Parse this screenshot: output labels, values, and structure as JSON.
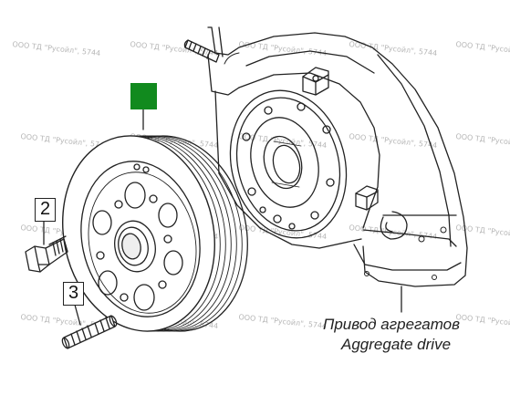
{
  "watermark": "ООО ТД \"Русойл\", 5744",
  "callouts": [
    {
      "id": "2",
      "label": "2"
    },
    {
      "id": "3",
      "label": "3"
    }
  ],
  "caption": {
    "ru": "Привод агрегатов",
    "en": "Aggregate drive"
  },
  "colors": {
    "marker": "#118a1e",
    "line": "#222222",
    "watermark": "#b8b8b8"
  }
}
